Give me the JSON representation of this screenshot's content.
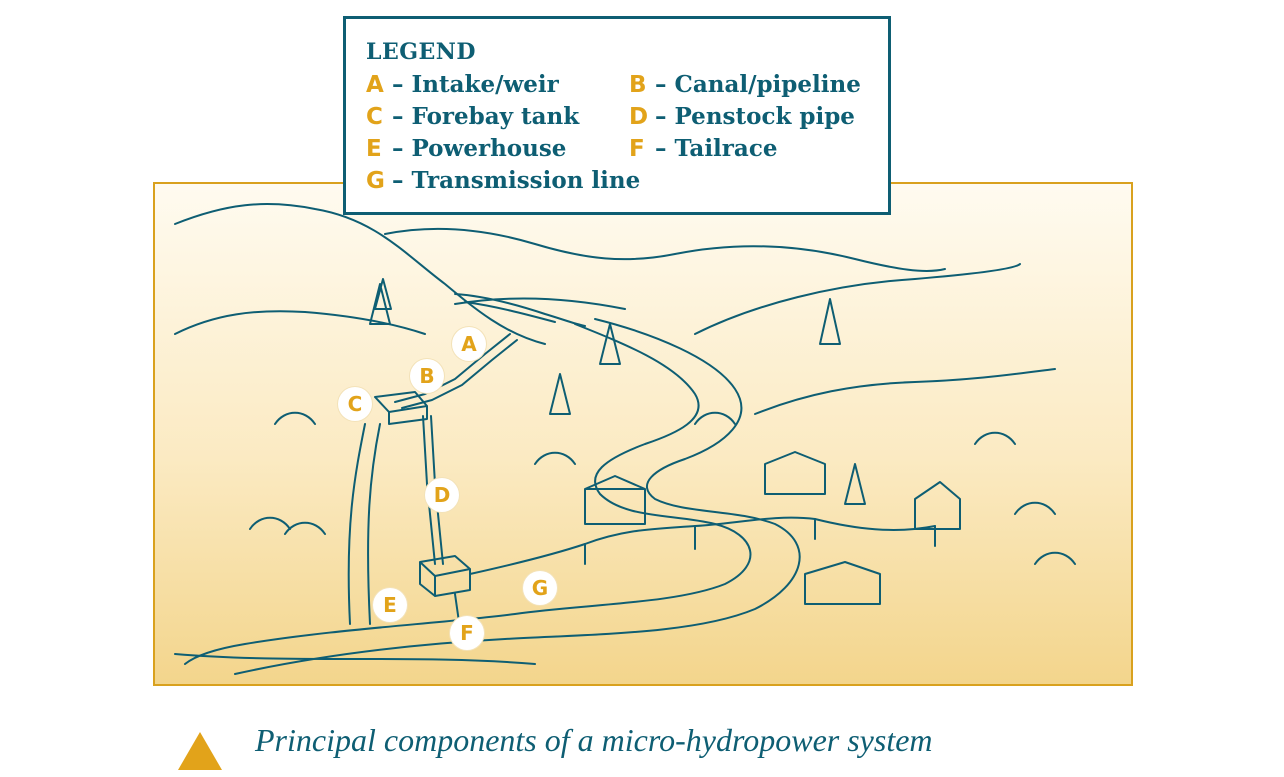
{
  "legend": {
    "title": "LEGEND",
    "items": [
      {
        "letter": "A",
        "label": "– Intake/weir"
      },
      {
        "letter": "B",
        "label": "– Canal/pipeline"
      },
      {
        "letter": "C",
        "label": "– Forebay tank"
      },
      {
        "letter": "D",
        "label": "– Penstock pipe"
      },
      {
        "letter": "E",
        "label": "– Powerhouse"
      },
      {
        "letter": "F",
        "label": "– Tailrace"
      },
      {
        "letter": "G",
        "label": "– Transmission line"
      }
    ]
  },
  "markers": [
    "A",
    "B",
    "C",
    "D",
    "E",
    "F",
    "G"
  ],
  "caption": "Principal components of a micro-hydropower system",
  "colors": {
    "ink": "#0e5e73",
    "accent": "#e2a31a",
    "frame": "#d9a11e"
  }
}
